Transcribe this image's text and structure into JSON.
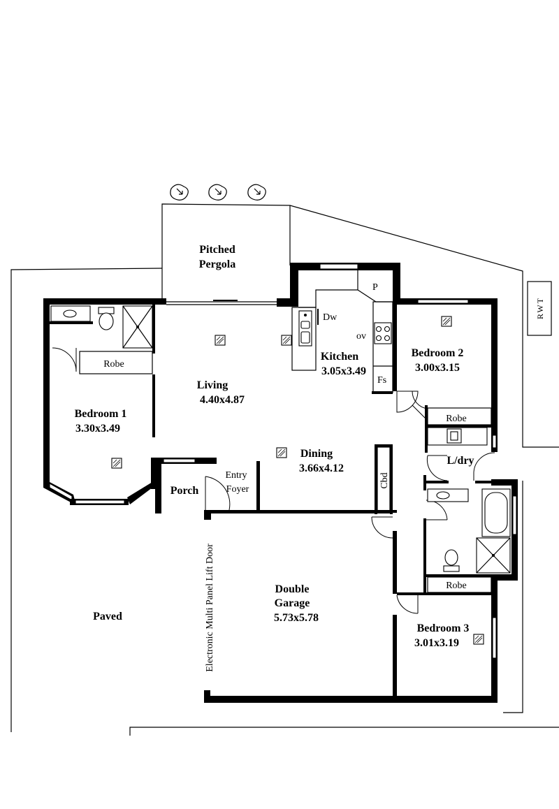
{
  "rooms": {
    "pergola": [
      "Pitched",
      "Pergola"
    ],
    "living": {
      "name": "Living",
      "dims": "4.40x4.87"
    },
    "kitchen": {
      "name": "Kitchen",
      "dims": "3.05x3.49"
    },
    "bedroom1": {
      "name": "Bedroom 1",
      "dims": "3.30x3.49"
    },
    "bedroom2": {
      "name": "Bedroom 2",
      "dims": "3.00x3.15"
    },
    "bedroom3": {
      "name": "Bedroom 3",
      "dims": "3.01x3.19"
    },
    "dining": {
      "name": "Dining",
      "dims": "3.66x4.12"
    },
    "porch": "Porch",
    "entry": [
      "Entry",
      "Foyer"
    ],
    "laundry": "L/dry",
    "garage": {
      "name": [
        "Double",
        "Garage"
      ],
      "dims": "5.73x5.78"
    },
    "paved": "Paved"
  },
  "labels": {
    "robe": "Robe",
    "dishwasher": "Dw",
    "pantry": "P",
    "oven": "ov",
    "fridge_space": "Fs",
    "cupboard": "Cbd",
    "rainwater_tank": "RWT",
    "garage_door": "Electronic Multi Panel Lift Door"
  },
  "icons": [
    "tree-icon",
    "downlight-icon",
    "toilet-icon",
    "shower-icon",
    "bath-icon",
    "vanity-basin-icon",
    "sink-icon",
    "cooktop-icon",
    "trough-icon"
  ]
}
